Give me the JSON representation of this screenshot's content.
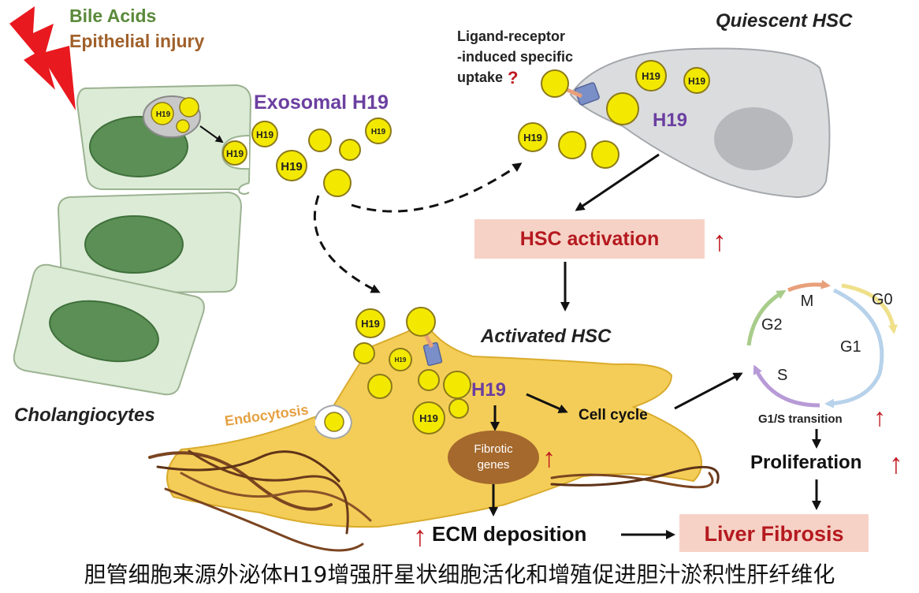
{
  "top_left": {
    "line1": "Bile Acids",
    "line2": "Epithelial injury"
  },
  "exosomal_label": "Exosomal H19",
  "uptake": {
    "line1": "Ligand-receptor",
    "line2": "-induced specific",
    "line3": "uptake",
    "question": "?"
  },
  "quiescent_hsc": "Quiescent HSC",
  "vesicle_label": "H19",
  "h19_quiescent": "H19",
  "hsc_activation": "HSC activation",
  "activated_hsc": "Activated HSC",
  "endocytosis": "Endocytosis",
  "h19_activated": "H19",
  "cell_cycle": "Cell cycle",
  "fibrotic": {
    "line1": "Fibrotic",
    "line2": "genes"
  },
  "cholangiocytes": "Cholangiocytes",
  "phases": {
    "m": "M",
    "g0": "G0",
    "g2": "G2",
    "g1": "G1",
    "s": "S"
  },
  "g1s": "G1/S transition",
  "proliferation": "Proliferation",
  "ecm": "ECM deposition",
  "liver_fibrosis": "Liver Fibrosis",
  "up_arrow": "↑",
  "caption": "胆管细胞来源外泌体H19增强肝星状细胞活化和增殖促进胆汁淤积性肝纤维化",
  "colors": {
    "green": "#5a8a3a",
    "brown": "#a0602a",
    "purple": "#6b3fa0",
    "red": "#c0181f",
    "cell_green": "#dcebd6",
    "nucleus_green": "#5b8f56",
    "hsc_gray": "#dadcde",
    "activated_yellow": "#f4cd58",
    "vesicle": "#f3e900",
    "box_pink": "#f6d2c6"
  }
}
